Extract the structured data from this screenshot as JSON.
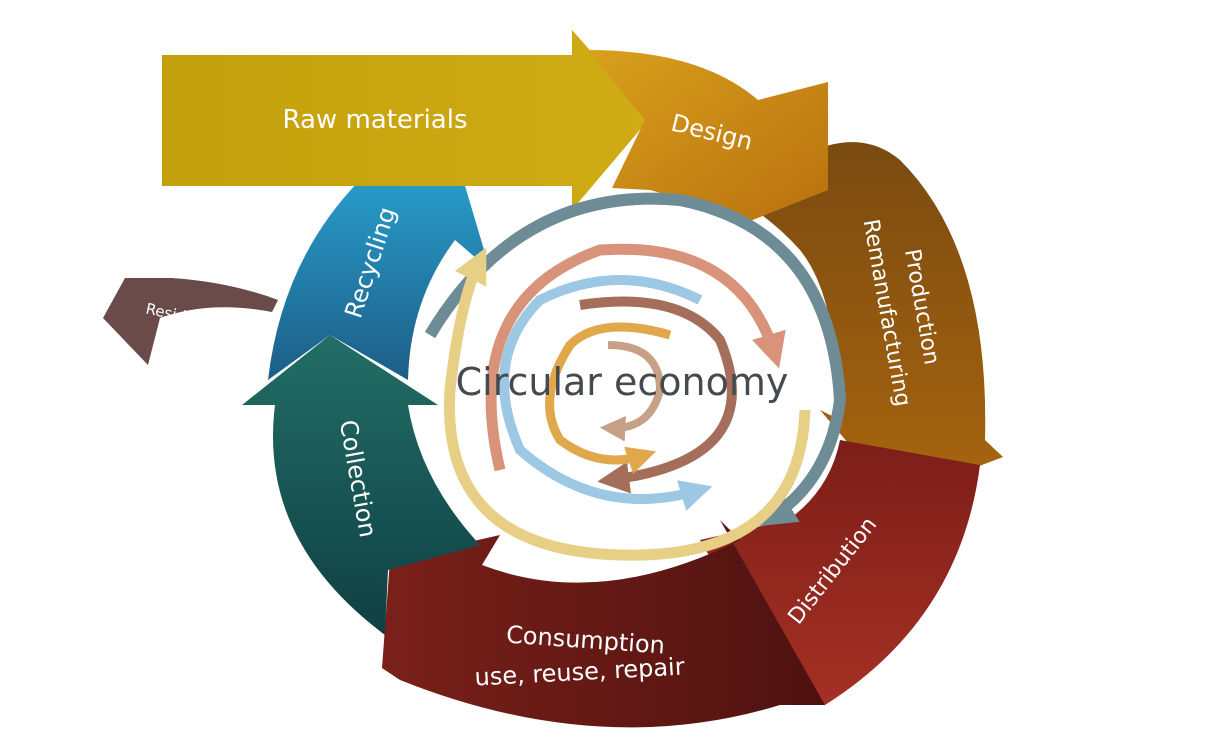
{
  "diagram": {
    "center_title": "Circular economy",
    "stages": {
      "raw_materials": "Raw materials",
      "design": "Design",
      "production": "Production",
      "remanufacturing": "Remanufacturing",
      "distribution": "Distribution",
      "consumption": "Consumption",
      "consumption_sub": "use, reuse, repair",
      "collection": "Collection",
      "recycling": "Recycling",
      "residual_waste": "Residual waste"
    },
    "colors": {
      "raw_materials": "#c8a40a",
      "design": "#c98012",
      "production": "#9a5f12",
      "distribution": "#942a20",
      "consumption": "#6e1c18",
      "collection": "#1c5e5a",
      "recycling": "#2a98c6",
      "residual_waste": "#6b4a4a",
      "inner_slate": "#6d8c95",
      "inner_salmon": "#d9937a",
      "inner_lightblue": "#9cc8e4",
      "inner_sand": "#e8cf86",
      "inner_brown": "#a46e5a",
      "inner_gold": "#e0a84a",
      "inner_tan": "#c7a088"
    }
  }
}
